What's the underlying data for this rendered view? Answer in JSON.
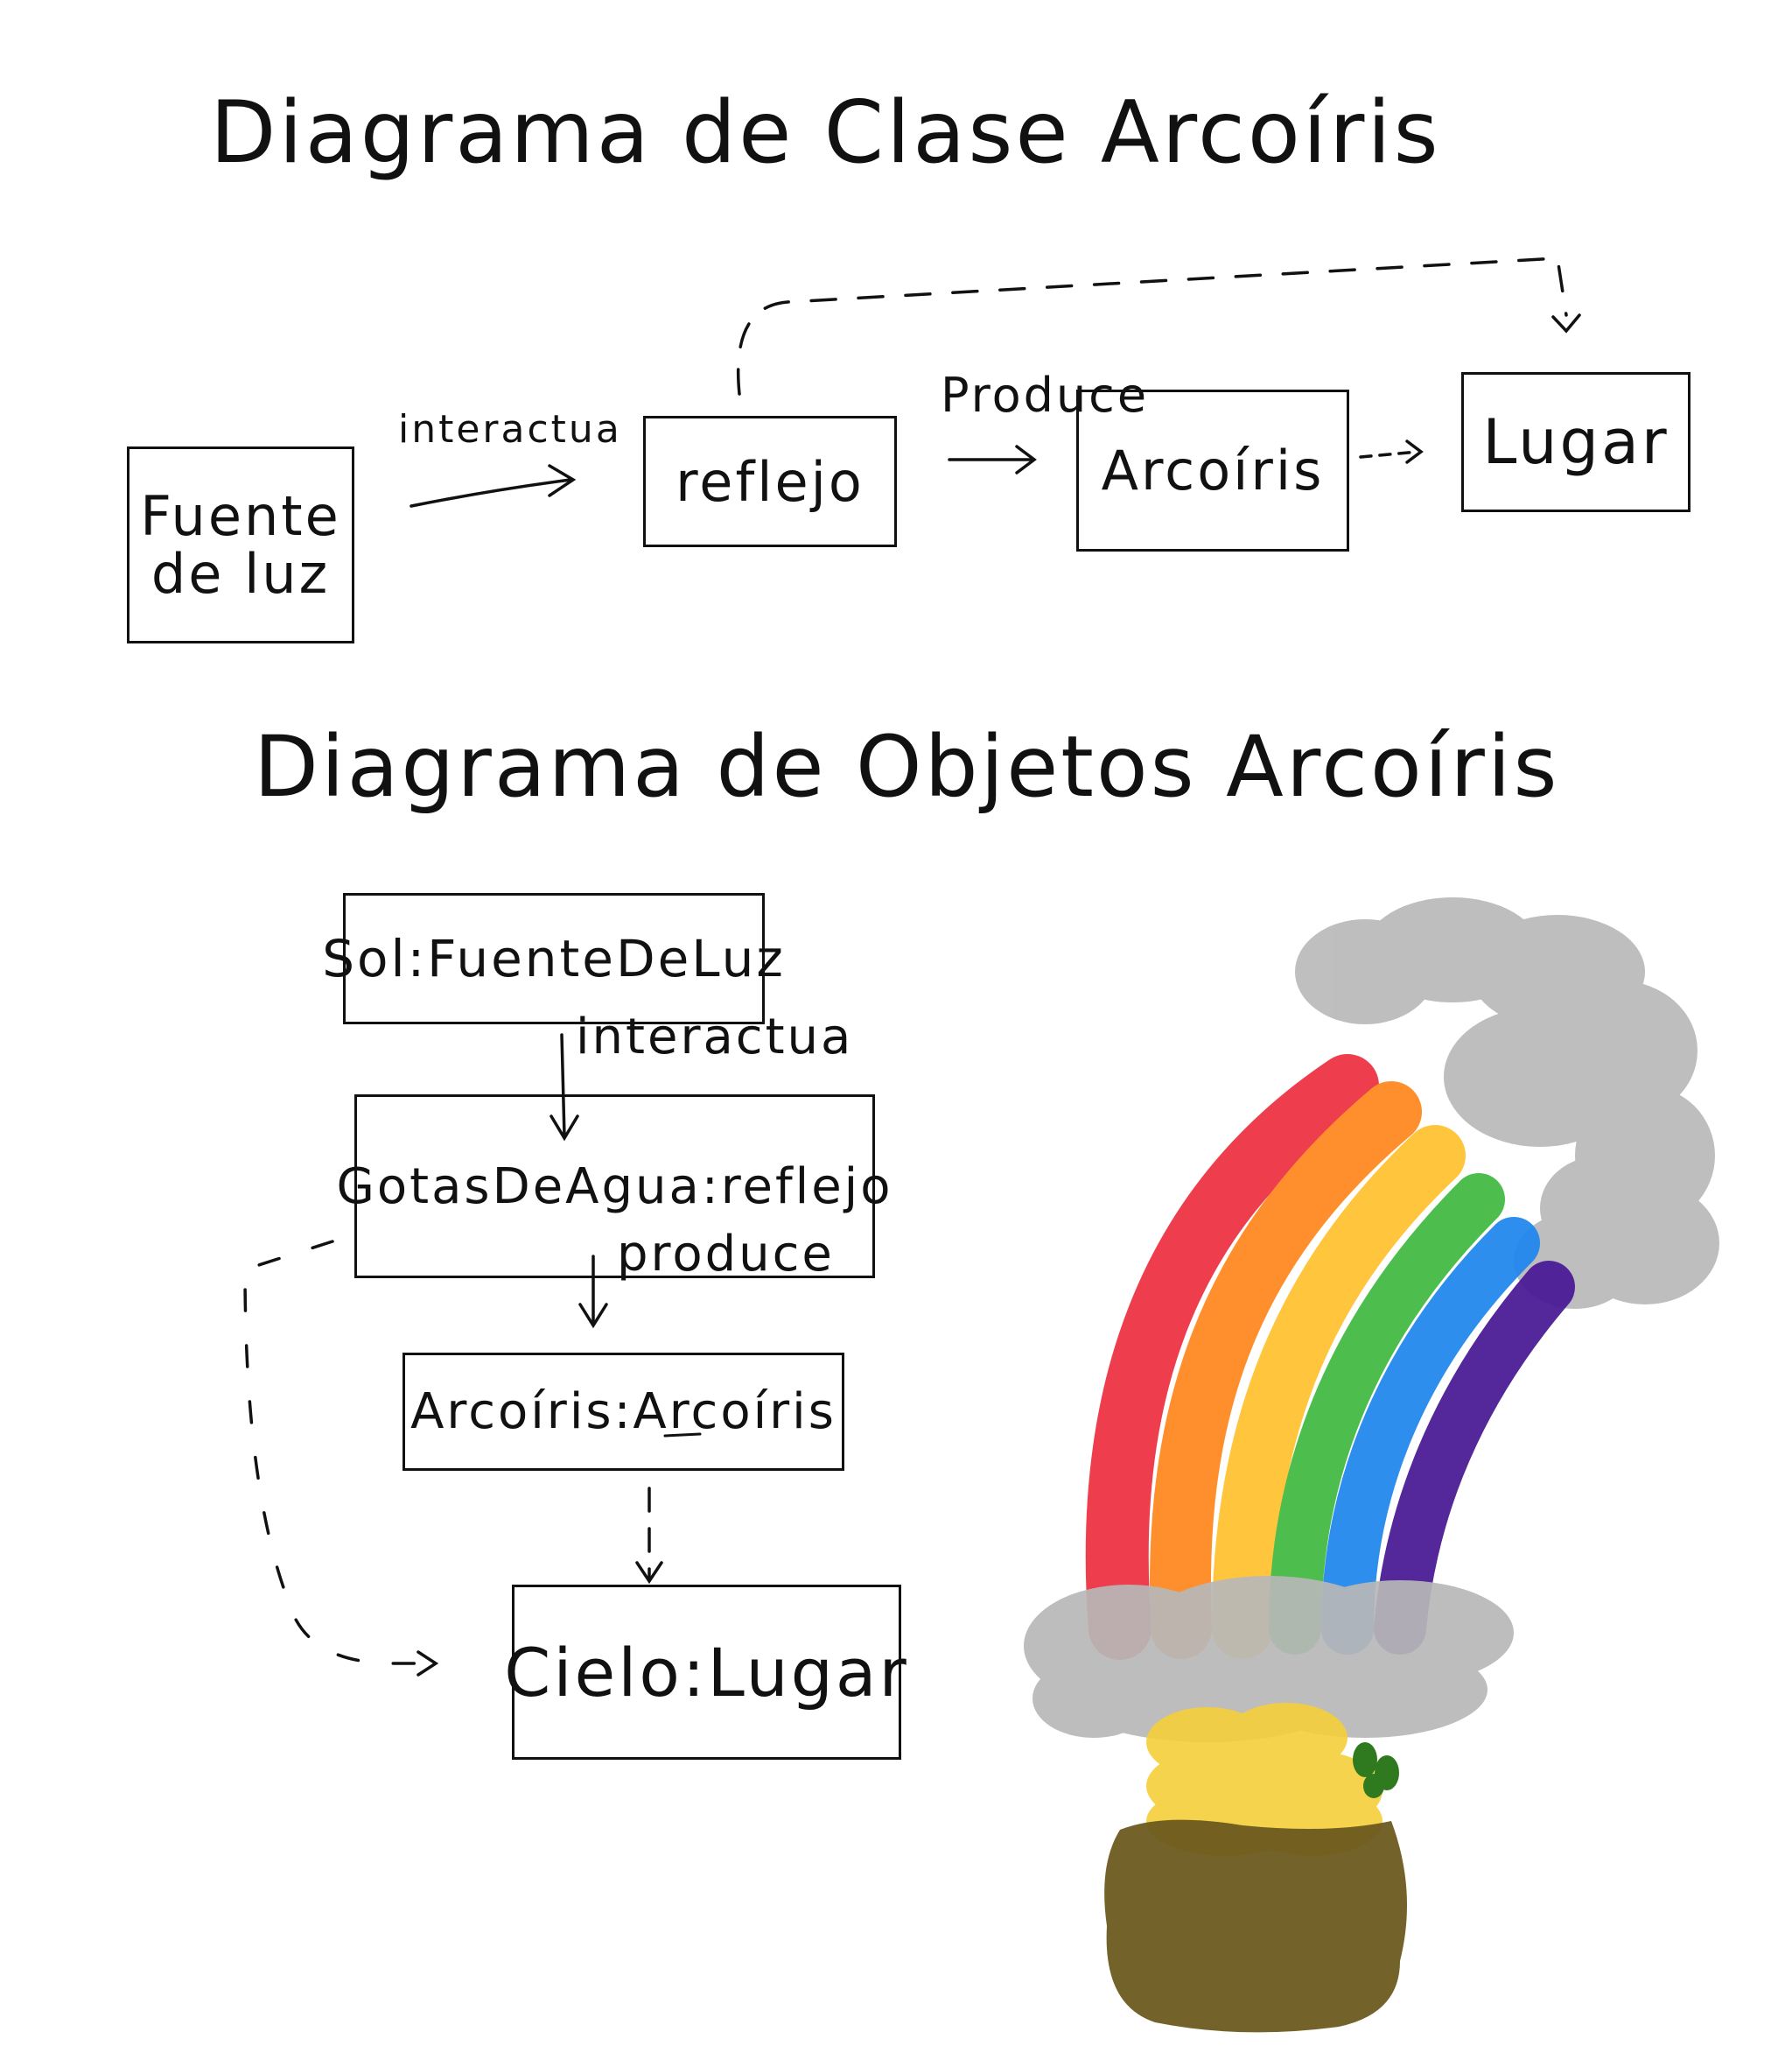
{
  "class_diagram": {
    "title": "Diagrama de Clase Arcoíris",
    "classes": {
      "fuente": "Fuente de luz",
      "reflejo": "reflejo",
      "arcoiris": "Arcoíris",
      "lugar": "Lugar"
    },
    "relations": {
      "interactua": "interactua",
      "produce": "Produce"
    }
  },
  "object_diagram": {
    "title": "Diagrama de Objetos Arcoíris",
    "objects": {
      "sol": "Sol:FuenteDeLuz",
      "gotas": "GotasDeAgua:reflejo",
      "arcoiris": "Arcoíris:Arcoíris",
      "cielo": "Cielo:Lugar"
    },
    "relations": {
      "interactua": "interactua",
      "produce": "produce"
    }
  },
  "illustration": {
    "subject": "rainbow-with-clouds-and-pot-of-gold",
    "colors": {
      "red": "#ee3344",
      "orange": "#ff8a22",
      "yellow": "#ffc232",
      "green": "#44bb44",
      "blue": "#2288ee",
      "purple": "#4b1c96",
      "cloud": "#b8b8b8",
      "gold": "#f6cf3a",
      "pot": "#6b5a1e",
      "leaf": "#2f7a1f"
    }
  }
}
